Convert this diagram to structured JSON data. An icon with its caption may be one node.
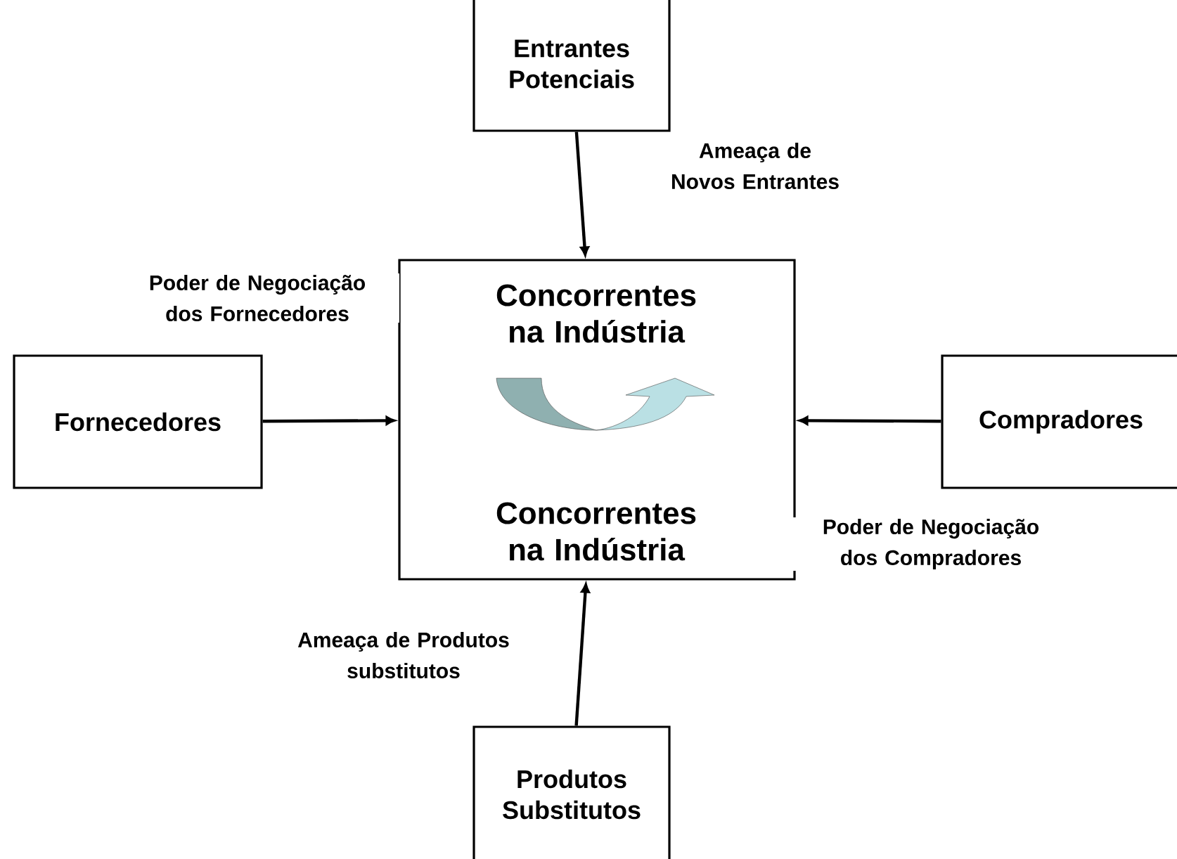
{
  "diagram": {
    "nodes": [
      {
        "text": [
          "Entrantes Potenciais"
        ]
      },
      {
        "text": [
          "Concorrentes na Indústria",
          "Concorrentes na Indústria"
        ]
      },
      {
        "text": [
          "Fornecedores"
        ]
      },
      {
        "text": [
          "Compradores"
        ]
      },
      {
        "text": [
          "Produtos Substitutos"
        ]
      }
    ],
    "edges": [
      {
        "from": 0,
        "to": 1,
        "arrow": "to",
        "label": "Ameaça de Novos Entrantes"
      },
      {
        "from": 2,
        "to": 1,
        "arrow": "to",
        "label": "Poder de Negociação dos Fornecedores"
      },
      {
        "from": 3,
        "to": 1,
        "arrow": "to",
        "label": "Poder de Negociação dos Compradores"
      },
      {
        "from": 4,
        "to": 1,
        "arrow": "to",
        "label": "Ameaça de Produtos substitutos"
      }
    ]
  }
}
